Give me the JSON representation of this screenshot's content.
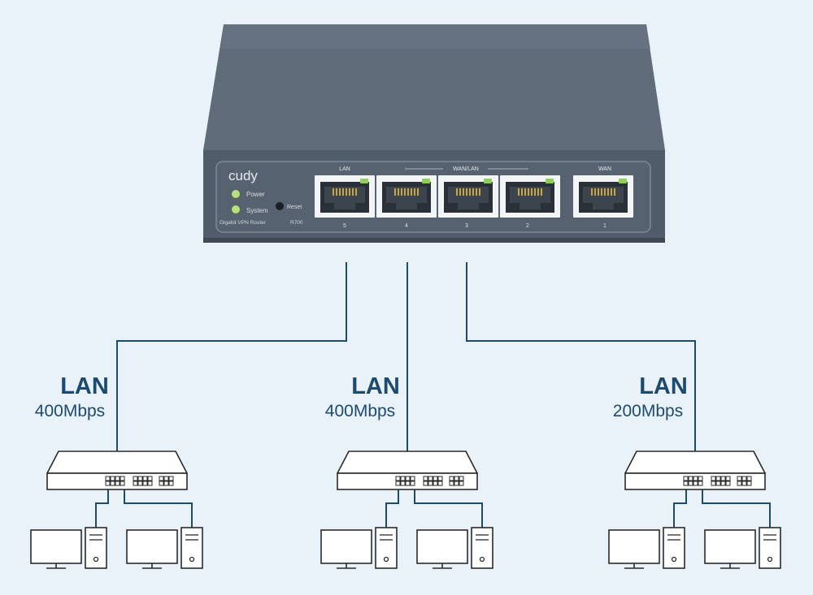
{
  "colors": {
    "background": "#e9f1f9",
    "line": "#1d4a6f",
    "accent_text": "#1d4a6f",
    "device_body": "#5c6876",
    "device_front": "#4e5a67",
    "led": "#b8e07c",
    "outline": "#2b2b2b"
  },
  "router": {
    "brand": "cudy",
    "led_power": "Power",
    "led_system": "System",
    "reset_label": "Reset",
    "model_text": "Gigabit VPN Router",
    "model_code": "R700",
    "group_lan": "LAN",
    "group_wanlan": "WAN/LAN",
    "group_wan": "WAN",
    "port_numbers": [
      "5",
      "4",
      "3",
      "2",
      "1"
    ]
  },
  "branches": [
    {
      "type": "LAN",
      "speed": "400Mbps"
    },
    {
      "type": "LAN",
      "speed": "400Mbps"
    },
    {
      "type": "LAN",
      "speed": "200Mbps"
    }
  ]
}
